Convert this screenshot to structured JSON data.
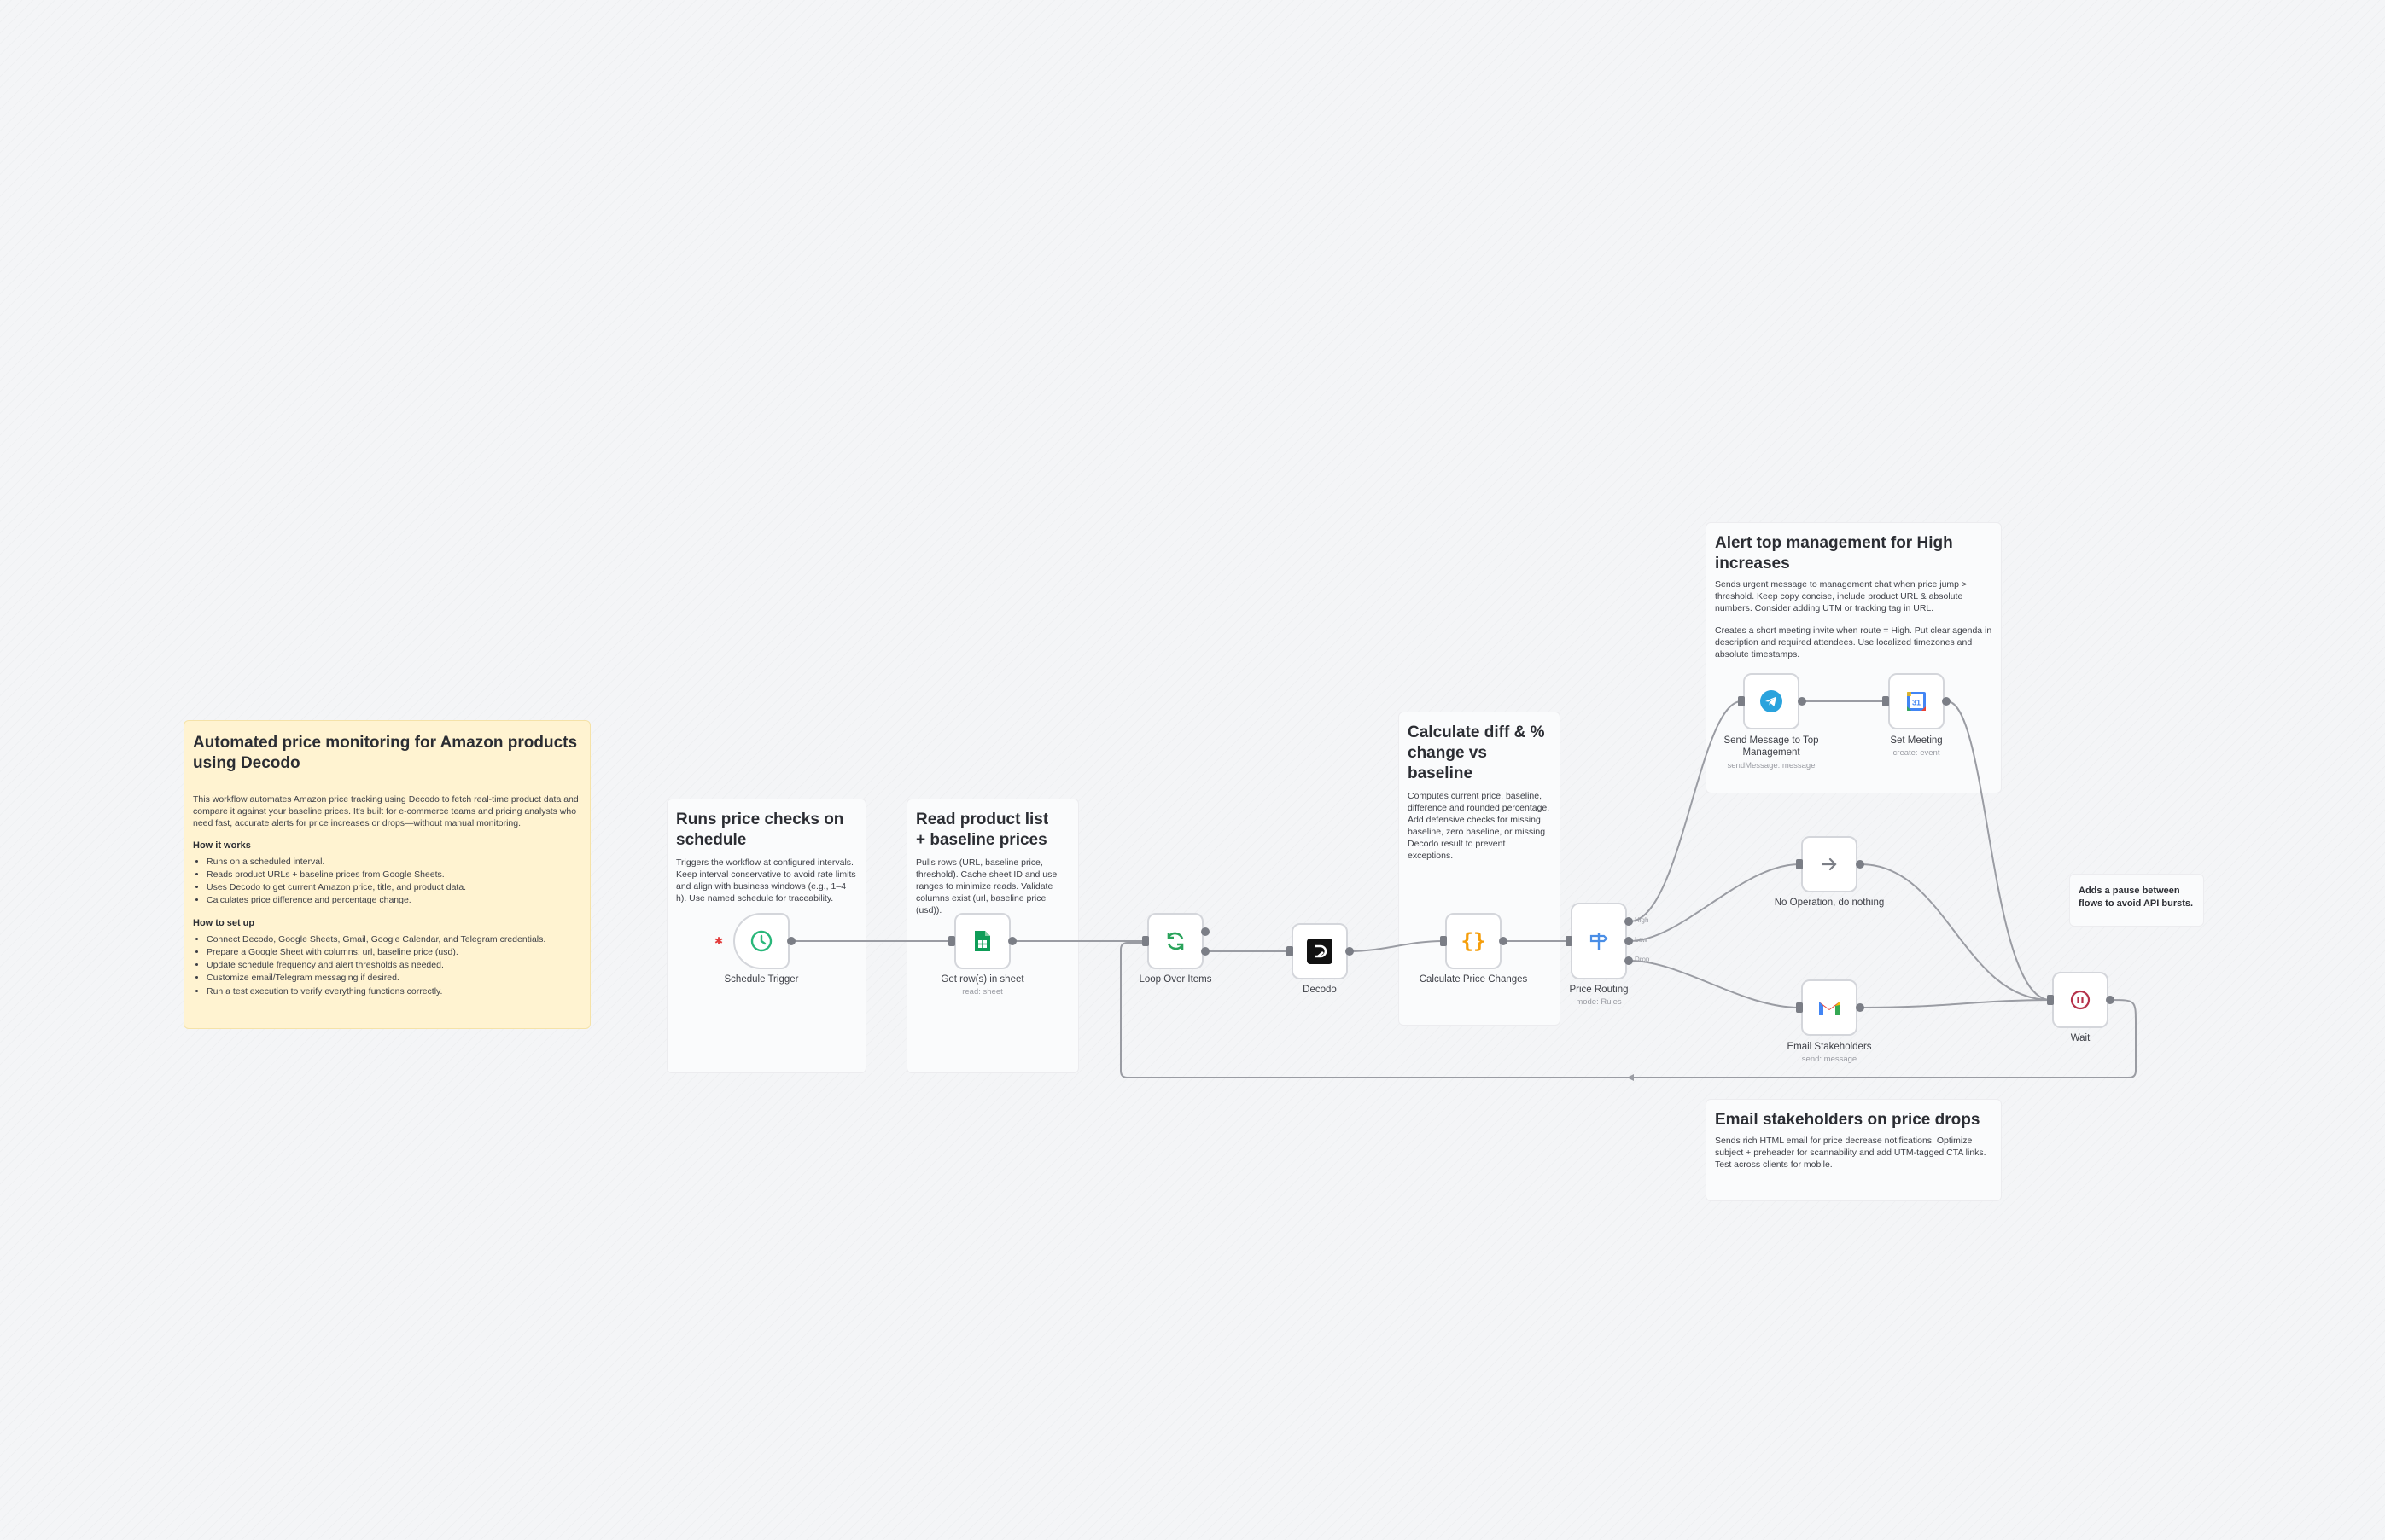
{
  "workflow": {
    "notes": {
      "overview": {
        "title": "Automated price monitoring for Amazon products using Decodo",
        "body": "This workflow automates Amazon price tracking using Decodo to fetch real-time product data and compare it against your baseline prices. It's built for e-commerce teams and pricing analysts who need fast, accurate alerts for price increases or drops—without manual monitoring.",
        "how_heading": "How it works",
        "how_items": [
          "Runs on a scheduled interval.",
          "Reads product URLs + baseline prices from Google Sheets.",
          "Uses Decodo to get current Amazon price, title, and product data.",
          "Calculates price difference and percentage change."
        ],
        "setup_heading": "How to set up",
        "setup_items": [
          "Connect Decodo, Google Sheets, Gmail, Google Calendar, and Telegram credentials.",
          "Prepare a Google Sheet with columns: url, baseline price (usd).",
          "Update schedule frequency and alert thresholds as needed.",
          "Customize email/Telegram messaging if desired.",
          "Run a test execution to verify everything functions correctly."
        ]
      },
      "schedule": {
        "title": "Runs price checks on schedule",
        "body": "Triggers the workflow at configured intervals. Keep interval conservative to avoid rate limits and align with business windows (e.g., 1–4 h). Use named schedule for traceability."
      },
      "read": {
        "title": "Read product list + baseline prices",
        "body": "Pulls rows (URL, baseline price, threshold). Cache sheet ID and use ranges to minimize reads. Validate columns exist (url, baseline price (usd))."
      },
      "calc": {
        "title": "Calculate diff & % change vs baseline",
        "body": "Computes current price, baseline, difference and rounded percentage. Add defensive checks for missing baseline, zero baseline, or missing Decodo result to prevent exceptions."
      },
      "alert": {
        "title": "Alert top management for High increases",
        "body1": "Sends urgent message to management chat when price jump > threshold. Keep copy concise, include product URL & absolute numbers. Consider adding UTM or tracking tag in URL.",
        "body2": "Creates a short meeting invite when route = High. Put clear agenda in description and required attendees. Use localized timezones and absolute timestamps."
      },
      "email": {
        "title": "Email stakeholders on price drops",
        "body": "Sends rich HTML email for price decrease notifications. Optimize subject + preheader for scannability and add UTM-tagged CTA links. Test across clients for mobile."
      },
      "wait": {
        "body": "Adds a pause between flows to avoid API bursts."
      }
    },
    "nodes": {
      "schedule_trigger": {
        "label": "Schedule Trigger"
      },
      "get_rows": {
        "label": "Get row(s) in sheet",
        "sub": "read: sheet"
      },
      "loop": {
        "label": "Loop Over Items"
      },
      "decodo": {
        "label": "Decodo"
      },
      "calc": {
        "label": "Calculate Price Changes"
      },
      "routing": {
        "label": "Price Routing",
        "sub": "mode: Rules"
      },
      "telegram": {
        "label": "Send Message to Top Management",
        "sub": "sendMessage: message"
      },
      "meeting": {
        "label": "Set Meeting",
        "sub": "create: event"
      },
      "noop": {
        "label": "No Operation, do nothing"
      },
      "gmail": {
        "label": "Email Stakeholders",
        "sub": "send: message"
      },
      "wait": {
        "label": "Wait"
      }
    },
    "route_labels": [
      "High",
      "Low",
      "Drop"
    ],
    "calendar_day": "31",
    "colors": {
      "sticky_yellow": "#fff3d1",
      "edge": "#9a9ca3",
      "schedule_green": "#29b77a",
      "sheets_green": "#0f9d58",
      "loop_green": "#29a35a",
      "code_orange": "#f59e0b",
      "routing_blue": "#4a8ee6",
      "telegram_blue": "#2aa3dd",
      "wait_red": "#b5324a"
    },
    "icons": {
      "schedule_trigger": "clock-icon",
      "get_rows": "google-sheets-icon",
      "loop": "refresh-icon",
      "decodo": "decodo-icon",
      "calc": "code-braces-icon",
      "routing": "signpost-icon",
      "telegram": "telegram-icon",
      "meeting": "google-calendar-icon",
      "noop": "arrow-right-icon",
      "gmail": "gmail-icon",
      "wait": "pause-icon"
    }
  }
}
